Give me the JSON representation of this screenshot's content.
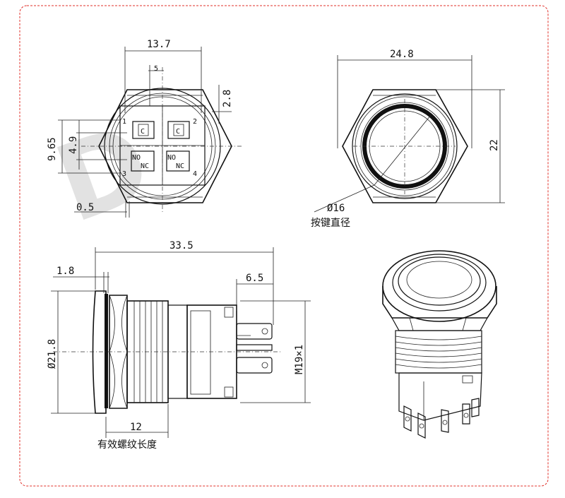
{
  "colors": {
    "frame_border": "#e0302a",
    "line": "#111111",
    "watermark": "#c8c8c8"
  },
  "front_view": {
    "dim_width": "13.7",
    "dim_top_small": "5",
    "dim_2_8": "2.8",
    "dim_9_65": "9.65",
    "dim_4_9": "4.9",
    "dim_0_5": "0.5",
    "terminal_c_left": "C",
    "terminal_c_right": "C",
    "terminal_no_left": "NO",
    "terminal_nc_left": "NC",
    "terminal_no_right": "NO",
    "terminal_nc_right": "NC",
    "pin_1": "1",
    "pin_2": "2",
    "pin_3": "3",
    "pin_4": "4"
  },
  "button_view": {
    "dim_width": "24.8",
    "dim_height": "22",
    "dim_button_diameter": "Ø16",
    "button_diameter_caption": "按键直径"
  },
  "side_view": {
    "dim_total_length": "33.5",
    "dim_head": "1.8",
    "dim_terminal": "6.5",
    "dim_diameter": "Ø21.8",
    "dim_thread": "M19×1",
    "dim_thread_length": "12",
    "thread_length_caption": "有效螺纹长度"
  },
  "watermark_text": "D"
}
